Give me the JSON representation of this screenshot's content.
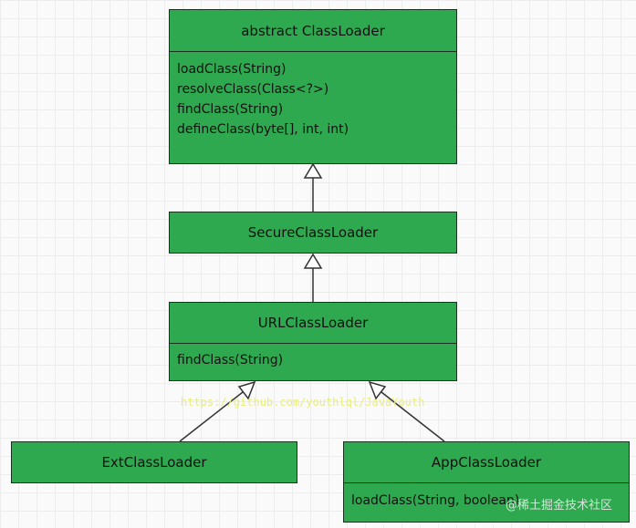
{
  "classes": {
    "classloader": {
      "title": "abstract ClassLoader",
      "methods": [
        "loadClass(String)",
        "resolveClass(Class<?>)",
        "findClass(String)",
        "defineClass(byte[], int, int)"
      ]
    },
    "secure": {
      "title": "SecureClassLoader"
    },
    "url": {
      "title": "URLClassLoader",
      "methods": [
        "findClass(String)"
      ]
    },
    "ext": {
      "title": "ExtClassLoader"
    },
    "app": {
      "title": "AppClassLoader",
      "methods": [
        "loadClass(String, boolean)"
      ]
    }
  },
  "watermarks": {
    "url": "https://github.com/youthlql/JavaYouth",
    "site": "@稀土掘金技术社区"
  },
  "colors": {
    "class_fill": "#2fa94f",
    "border": "#17331f"
  }
}
